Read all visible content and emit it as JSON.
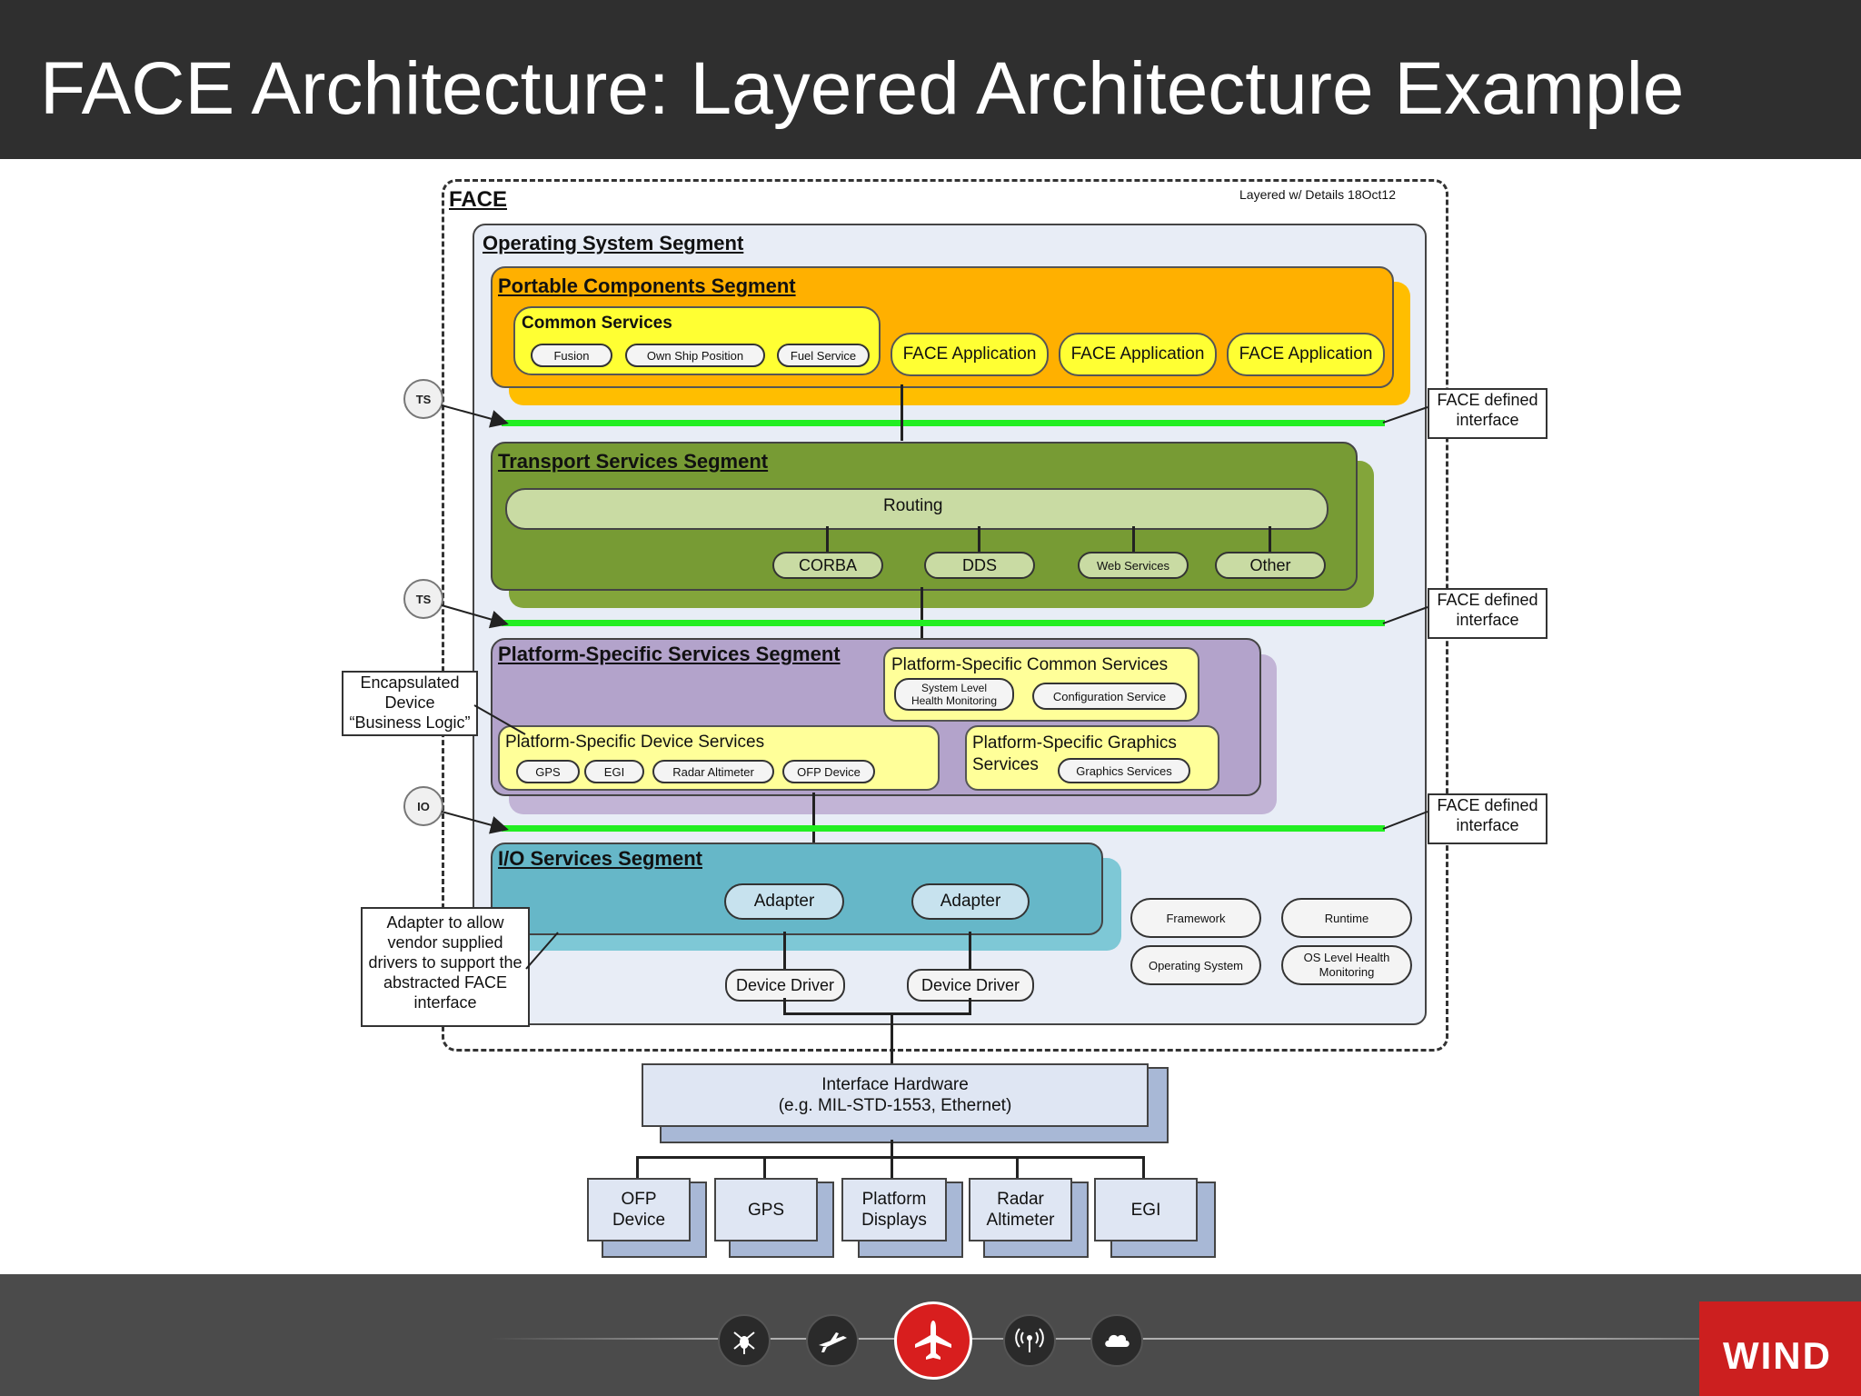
{
  "header": {
    "title": "FACE Architecture: Layered Architecture Example"
  },
  "diagram": {
    "face_label": "FACE",
    "version_note": "Layered w/ Details 18Oct12",
    "os_segment": "Operating System Segment",
    "portable": {
      "title": "Portable Components Segment",
      "common_services": {
        "title": "Common Services",
        "items": [
          "Fusion",
          "Own Ship Position",
          "Fuel Service"
        ]
      },
      "apps": [
        "FACE Application",
        "FACE Application",
        "FACE Application"
      ]
    },
    "transport": {
      "title": "Transport Services Segment",
      "routing": "Routing",
      "protocols": [
        "CORBA",
        "DDS",
        "Web Services",
        "Other"
      ]
    },
    "platform": {
      "title": "Platform-Specific Services Segment",
      "common": {
        "title": "Platform-Specific Common Services",
        "items": [
          "System Level\nHealth Monitoring",
          "Configuration Service"
        ]
      },
      "device": {
        "title": "Platform-Specific Device Services",
        "items": [
          "GPS",
          "EGI",
          "Radar Altimeter",
          "OFP Device"
        ]
      },
      "graphics": {
        "title_line1": "Platform-Specific Graphics",
        "title_line2": "Services",
        "item": "Graphics Services"
      }
    },
    "io": {
      "title": "I/O Services Segment",
      "adapters": [
        "Adapter",
        "Adapter"
      ],
      "drivers": [
        "Device Driver",
        "Device Driver"
      ]
    },
    "os_components": [
      "Framework",
      "Runtime",
      "Operating System",
      "OS Level Health\nMonitoring"
    ],
    "interfaces": [
      {
        "badge": "TS",
        "label": "FACE defined\ninterface"
      },
      {
        "badge": "TS",
        "label": "FACE defined\ninterface"
      },
      {
        "badge": "IO",
        "label": "FACE defined\ninterface"
      }
    ],
    "callouts": {
      "encapsulated": "Encapsulated\nDevice\n“Business Logic”",
      "adapter": "Adapter to allow\nvendor supplied\ndrivers to support the\nabstracted FACE\ninterface"
    },
    "hardware": {
      "interface": "Interface Hardware\n(e.g. MIL-STD-1553, Ethernet)",
      "devices": [
        "OFP\nDevice",
        "GPS",
        "Platform\nDisplays",
        "Radar\nAltimeter",
        "EGI"
      ]
    }
  },
  "footer": {
    "nav_icons": [
      "helicopter-icon",
      "aircraft-icon",
      "airplane-icon",
      "antenna-icon",
      "cloud-icon"
    ],
    "logo": "WIND",
    "accent_color": "#cc1f1f"
  },
  "colors": {
    "portable": "#ffbe00",
    "transport": "#7f9f3a",
    "platform": "#b7a7cf",
    "io": "#6fbfcf",
    "interface_line": "#22ee22"
  }
}
